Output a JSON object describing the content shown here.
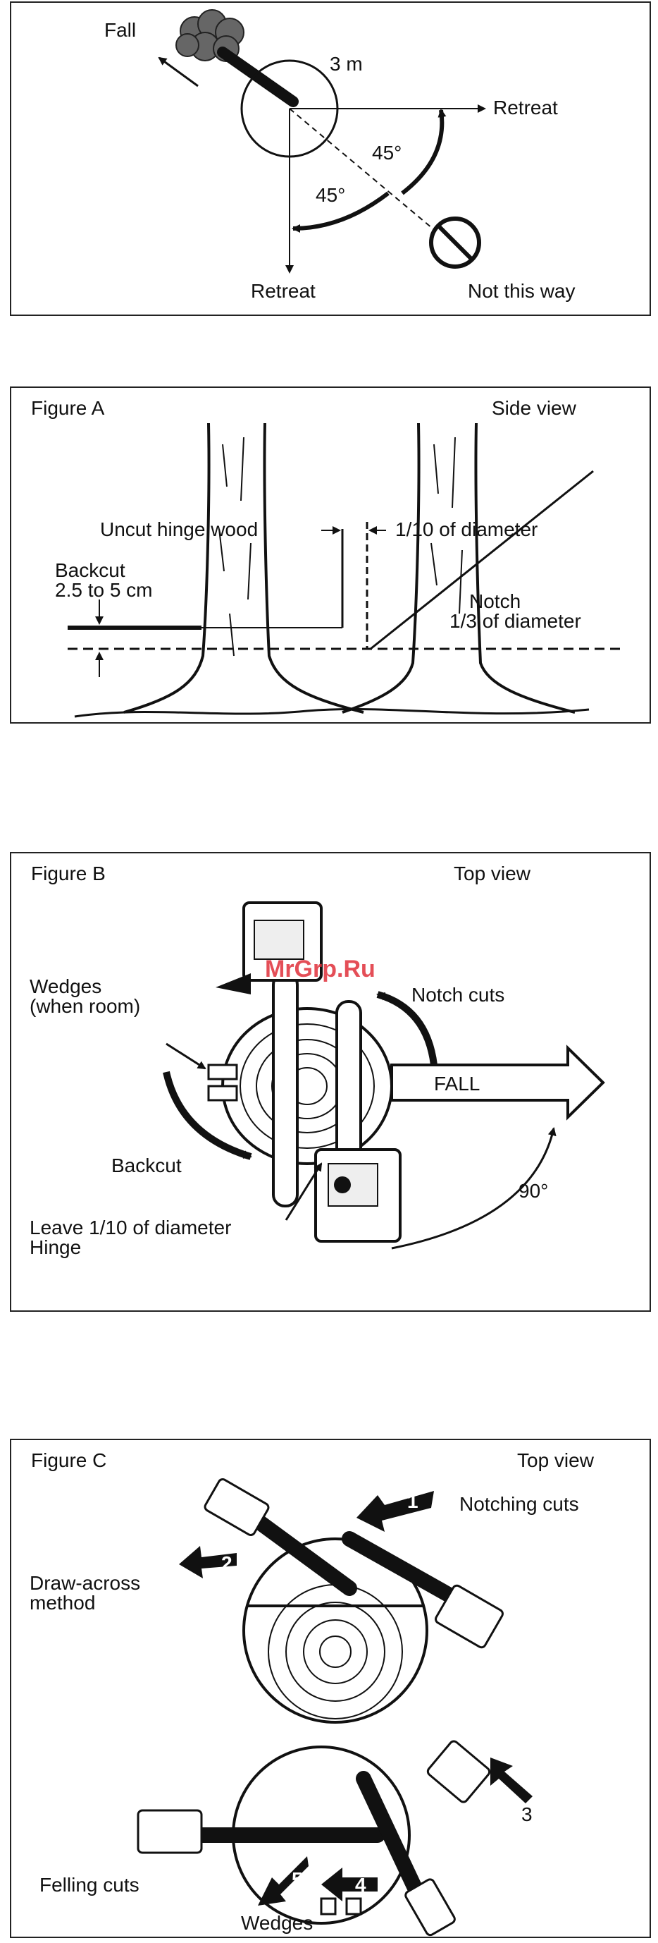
{
  "diagram1": {
    "fall": "Fall",
    "radius": "3 m",
    "retreat_right": "Retreat",
    "retreat_bottom": "Retreat",
    "angle_upper": "45°",
    "angle_lower": "45°",
    "not_this_way": "Not this way"
  },
  "figure_a": {
    "title": "Figure A",
    "view": "Side view",
    "hinge": "Uncut hinge wood",
    "tenth": "1/10 of diameter",
    "backcut_1": "Backcut",
    "backcut_2": "2.5 to 5 cm",
    "notch_1": "Notch",
    "notch_2": "1/3 of diameter"
  },
  "figure_b": {
    "title": "Figure B",
    "view": "Top view",
    "watermark": "MrGrp.Ru",
    "wedges_1": "Wedges",
    "wedges_2": "(when room)",
    "notch_cuts": "Notch cuts",
    "fall": "FALL",
    "backcut": "Backcut",
    "angle": "90°",
    "leave_1": "Leave 1/10 of diameter",
    "leave_2": "Hinge"
  },
  "figure_c": {
    "title": "Figure C",
    "view": "Top view",
    "notching": "Notching cuts",
    "draw_1": "Draw-across",
    "draw_2": "method",
    "felling": "Felling cuts",
    "wedges": "Wedges",
    "n1": "1",
    "n2": "2",
    "n3": "3",
    "n4": "4",
    "n5": "5"
  }
}
